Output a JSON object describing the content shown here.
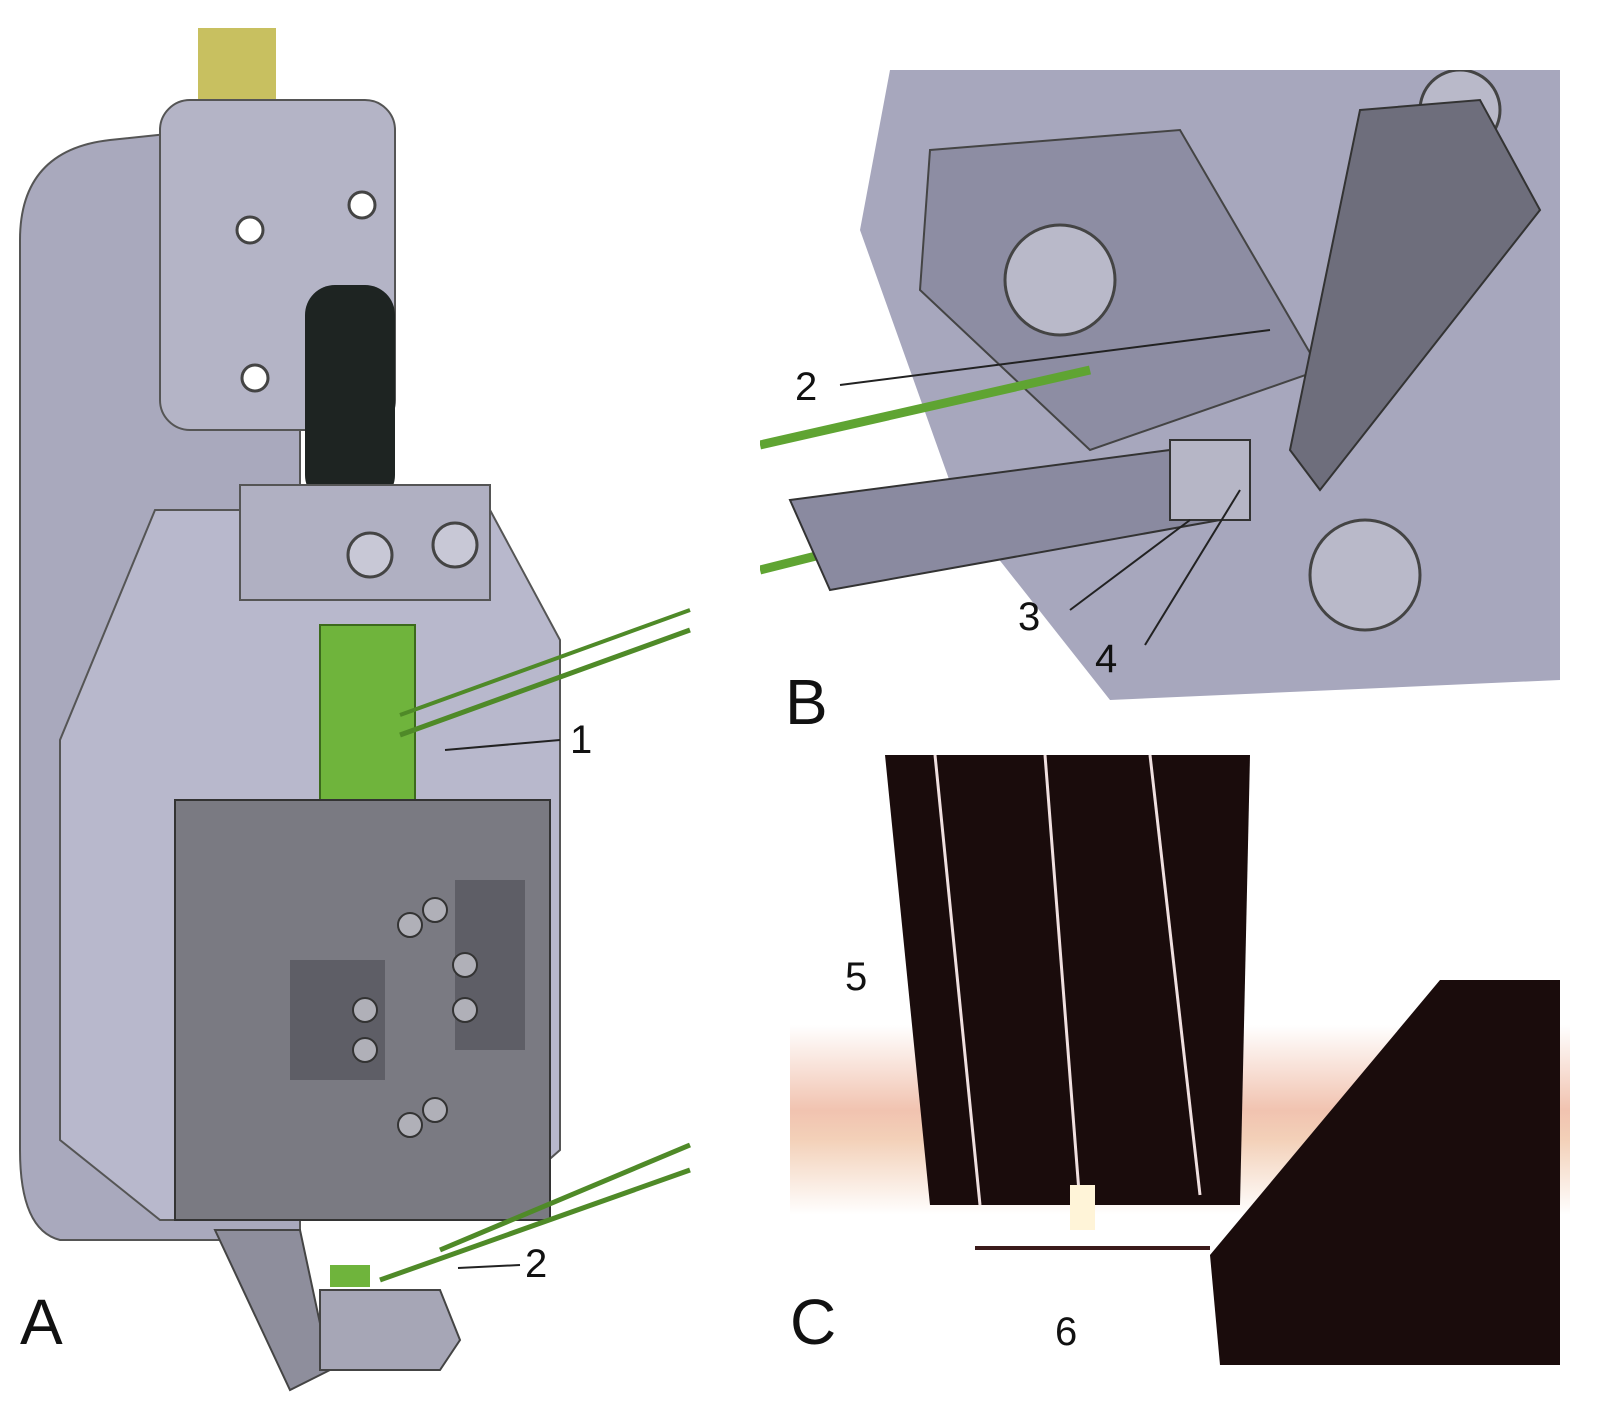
{
  "figure": {
    "panels": [
      {
        "id": "A",
        "letter": "A",
        "description": "CAD rendering of mounting assembly with clamp, green square rod and micromanipulator stage",
        "callouts": [
          {
            "number": "1"
          },
          {
            "number": "2"
          }
        ]
      },
      {
        "id": "B",
        "letter": "B",
        "description": "Close-up CAD rendering of tip holder with green rods and screws",
        "callouts": [
          {
            "number": "2"
          },
          {
            "number": "3"
          },
          {
            "number": "4"
          }
        ]
      },
      {
        "id": "C",
        "letter": "C",
        "description": "Optical micrograph of probe tip near sample edge",
        "callouts": [
          {
            "number": "5"
          },
          {
            "number": "6"
          }
        ]
      }
    ],
    "colors": {
      "metal": "#a9a9bd",
      "metal_dark": "#6f6f78",
      "green_part": "#6fb43c",
      "knob": "#1e2422",
      "fiber": "#c8c060",
      "micrograph_bg": "#f3d4c4",
      "micrograph_dark": "#1a0c0c"
    }
  }
}
